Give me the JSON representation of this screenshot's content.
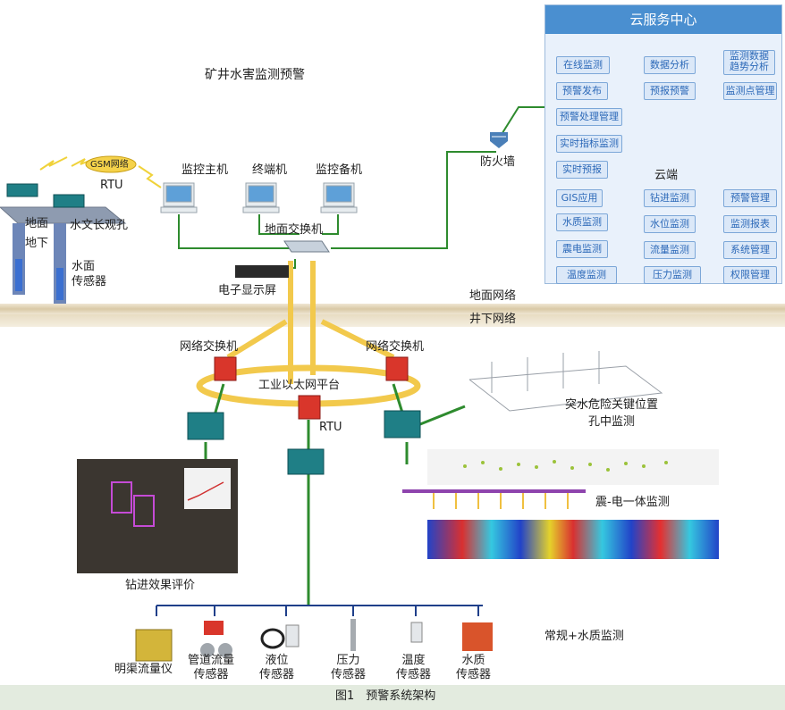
{
  "diagram": {
    "title_main": "矿井水害监测预警",
    "cloud": {
      "header": "云服务中心",
      "buttons": [
        "在线监测",
        "数据分析",
        "监测数据\n趋势分析",
        "预警发布",
        "预报预警",
        "监测点管理",
        "预警处理管理",
        "实时指标监测",
        "实时预报",
        "GIS应用",
        "钻进监测",
        "预警管理",
        "水质监测",
        "水位监测",
        "监测报表",
        "震电监测",
        "流量监测",
        "系统管理",
        "温度监测",
        "压力监测",
        "权限管理"
      ],
      "cloud_label": "云端"
    },
    "labels": {
      "gsm": "GSM网络",
      "rtu_top": "RTU",
      "ground": "地面",
      "underground": "地下",
      "hydro_hole": "水文长观孔",
      "surface_sensor": "水面\n传感器",
      "monitor_host": "监控主机",
      "terminal": "终端机",
      "monitor_backup": "监控备机",
      "firewall": "防火墙",
      "ground_switch": "地面交换机",
      "display_screen": "电子显示屏",
      "ground_network": "地面网络",
      "underground_network": "井下网络",
      "net_switch_left": "网络交换机",
      "net_switch_right": "网络交换机",
      "ethernet_platform": "工业以太网平台",
      "rtu_mid": "RTU",
      "water_inrush": "突水危险关键位置\n孔中监测",
      "seismic_electric": "震-电一体监测",
      "drilling_eval": "钻进效果评价",
      "routine_quality": "常规+水质监测",
      "sensors": [
        "明渠流量仪",
        "管道流量\n传感器",
        "液位\n传感器",
        "压力\n传感器",
        "温度\n传感器",
        "水质\n传感器"
      ]
    },
    "caption": "图1　预警系统架构"
  },
  "colors": {
    "line_green": "#2e8b2e",
    "ring_yellow": "#f2c94c",
    "cloud_header": "#4a8fd0",
    "switch_red": "#d9362b",
    "rtu_teal": "#1f7f86"
  }
}
